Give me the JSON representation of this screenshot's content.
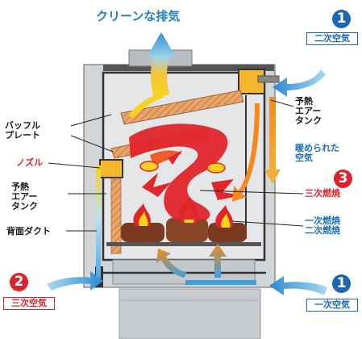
{
  "labels": {
    "clean_exhaust": "クリーンな排気",
    "baffle_plate": "バッフル\nプレート",
    "nozzle": "ノズル",
    "preheat_tank_right": "予熱\nエアー\nタンク",
    "preheat_tank_left": "予熱\nエアー\nタンク",
    "back_duct": "背面ダクト",
    "warmed_air": "暖められた\n空気",
    "tertiary_combustion": "三次燃焼",
    "primary_secondary_combustion_1": "一次燃焼",
    "primary_secondary_combustion_2": "二次燃焼"
  },
  "badges": {
    "top_right": {
      "number": "1",
      "text": "二次空気"
    },
    "left": {
      "number": "2",
      "text": "三次空気"
    },
    "middle_right": {
      "number": "3"
    },
    "bottom_right": {
      "number": "1",
      "text": "一次空気"
    }
  },
  "colors": {
    "air_blue": "#3aa0dd",
    "flame_red": "#e2242b",
    "flame_yellow": "#f7d21c",
    "warm_orange": "#f28a1e",
    "stove_gray": "#c9cccf",
    "stove_dark": "#333333",
    "label_red": "#d9232d",
    "badge_blue": "#1e66b3"
  }
}
